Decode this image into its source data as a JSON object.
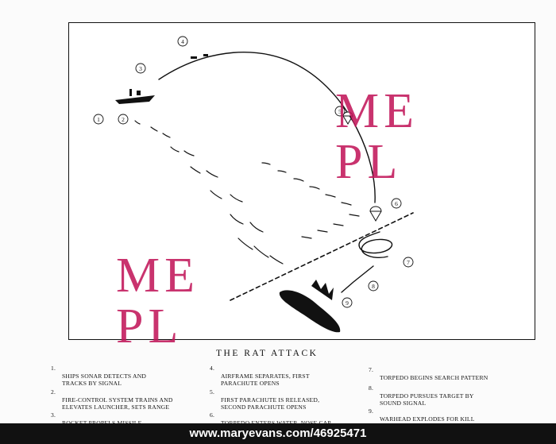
{
  "diagram": {
    "title": "THE RAT ATTACK",
    "markers": [
      "1",
      "2",
      "3",
      "4",
      "5",
      "6",
      "7",
      "8",
      "9"
    ]
  },
  "steps": [
    {
      "num": "1.",
      "text": "SHIPS SONAR DETECTS AND\nTRACKS BY SIGNAL"
    },
    {
      "num": "2.",
      "text": "FIRE-CONTROL SYSTEM TRAINS AND\nELEVATES LAUNCHER, SETS RANGE"
    },
    {
      "num": "3.",
      "text": "ROCKET PROPELS MISSILE\nFROM LAUNCHER"
    },
    {
      "num": "4.",
      "text": "AIRFRAME SEPARATES, FIRST\nPARACHUTE OPENS"
    },
    {
      "num": "5.",
      "text": "FIRST PARACHUTE IS RELEASED,\nSECOND PARACHUTE OPENS"
    },
    {
      "num": "6.",
      "text": "TORPEDO ENTERS WATER, NOSE CAP\nAND SECOND PARACHUTE ARE RELEASED"
    },
    {
      "num": "7.",
      "text": "TORPEDO BEGINS SEARCH PATTERN"
    },
    {
      "num": "8.",
      "text": "TORPEDO PURSUES TARGET BY\nSOUND SIGNAL"
    },
    {
      "num": "9.",
      "text": "WARHEAD EXPLODES FOR KILL"
    }
  ],
  "watermarks": [
    {
      "line1": "ME",
      "line2": "PL"
    },
    {
      "line1": "ME",
      "line2": "PL"
    }
  ],
  "credit": "www.maryevans.com/46925471",
  "colors": {
    "watermark": "#c2185b",
    "ink": "#111111"
  }
}
